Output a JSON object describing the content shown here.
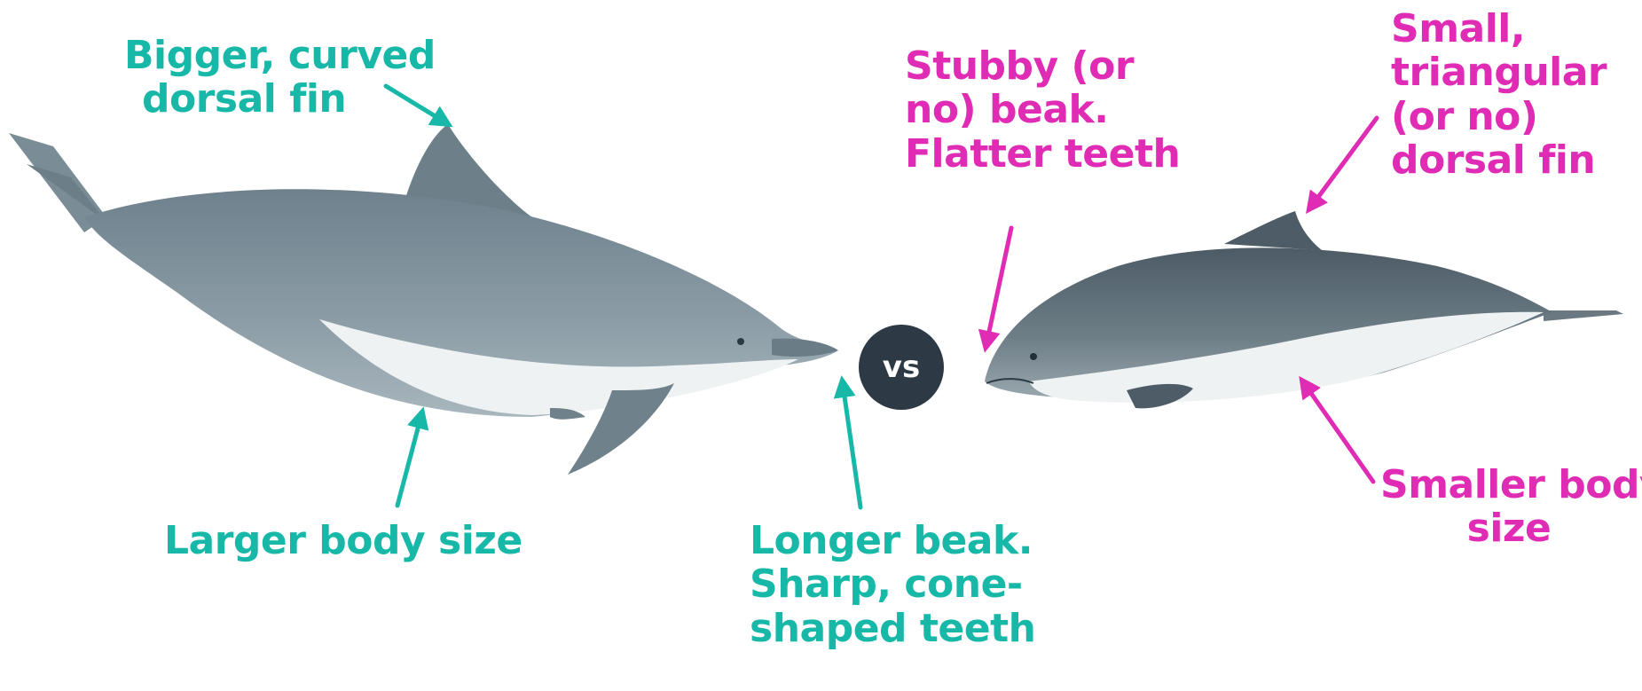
{
  "labels": {
    "dorsal_fin_dolphin": [
      "Bigger, curved",
      "dorsal fin"
    ],
    "body_dolphin": "Larger body size",
    "beak_dolphin": [
      "Longer beak.",
      "Sharp, cone-",
      "shaped teeth"
    ],
    "beak_porpoise": [
      "Stubby (or",
      "no) beak.",
      "Flatter teeth"
    ],
    "dorsal_fin_porpoise": [
      "Small,",
      "triangular",
      "(or no)",
      "dorsal fin"
    ],
    "body_porpoise": [
      "Smaller body",
      "size"
    ]
  },
  "vs_label": "vs",
  "colors": {
    "dolphin_accent": "#17b8a8",
    "porpoise_accent": "#e02bb4",
    "vs_badge": "#2d3a46",
    "animal_back": "#7d8f9a",
    "animal_belly": "#eef2f3"
  },
  "icons": [
    "dolphin-illustration",
    "porpoise-illustration",
    "arrow-icon"
  ]
}
